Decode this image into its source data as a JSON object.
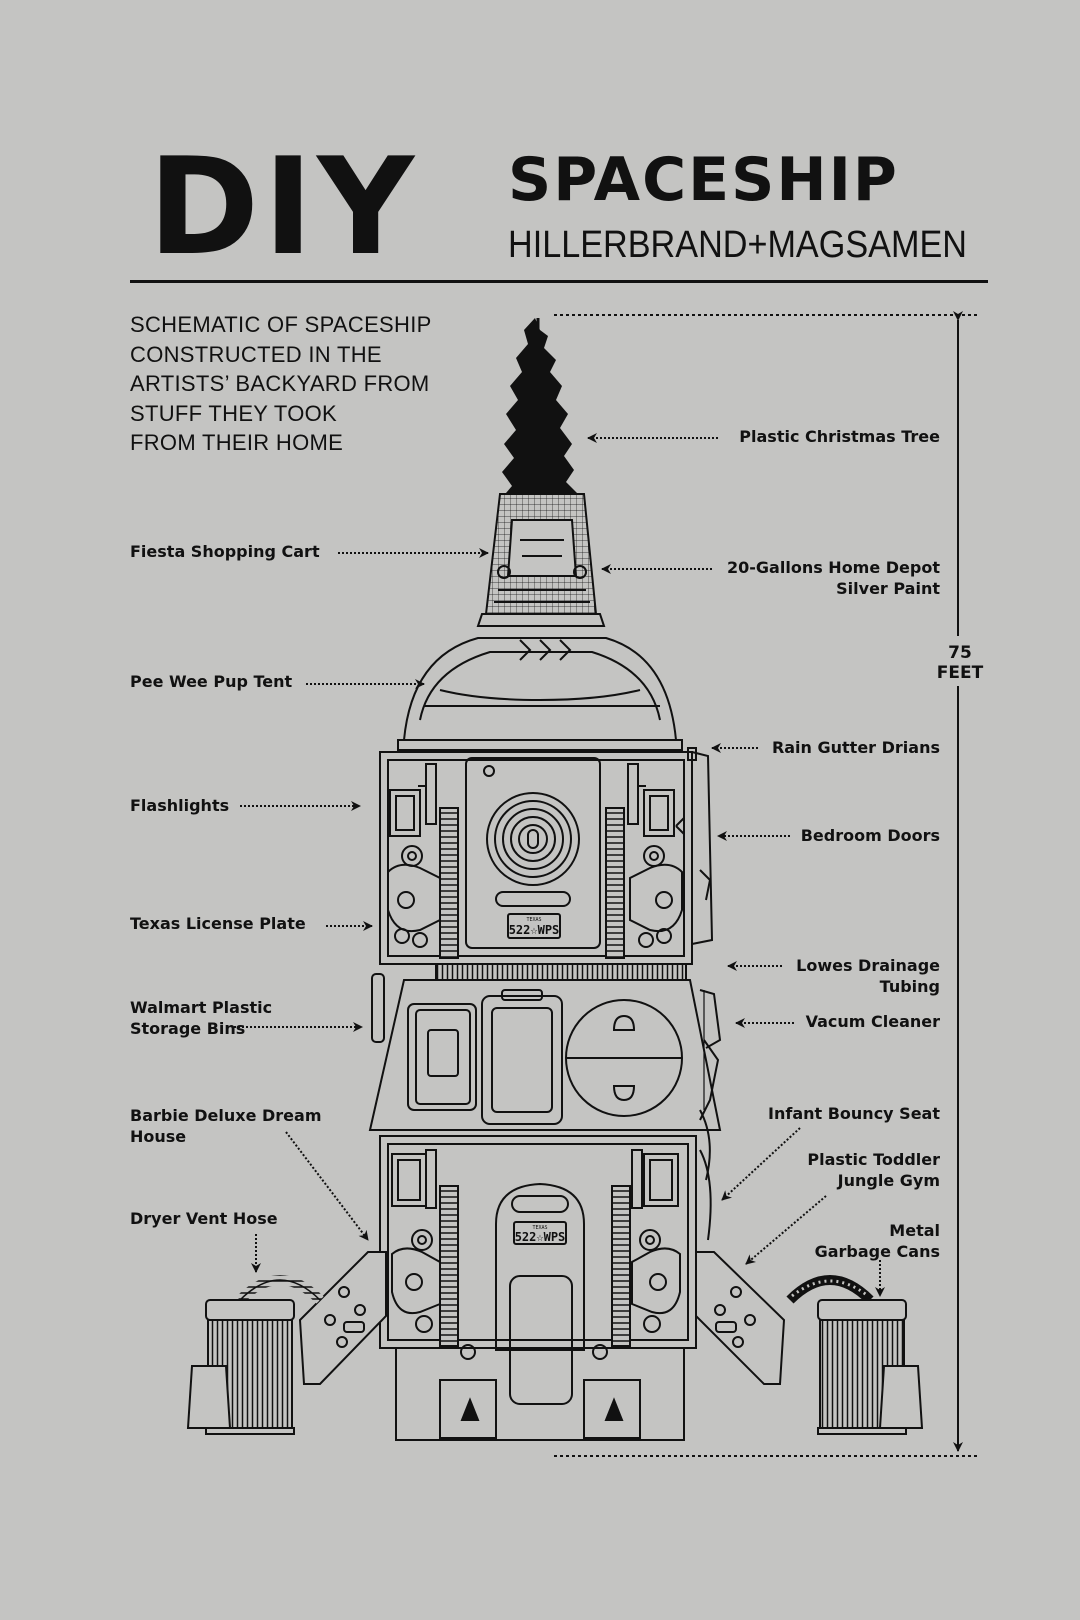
{
  "header": {
    "title_main": "DIY",
    "title_sub": "SPACESHIP",
    "artists": "HILLERBRAND+MAGSAMEN"
  },
  "description": "SCHEMATIC OF SPACESHIP\nCONSTRUCTED IN THE\nARTISTS’ BACKYARD FROM\nSTUFF THEY TOOK\nFROM THEIR HOME",
  "scale": {
    "label": "75\nFEET"
  },
  "callouts_left": [
    {
      "id": "fiesta",
      "label": "Fiesta Shopping Cart"
    },
    {
      "id": "tent",
      "label": "Pee Wee Pup Tent"
    },
    {
      "id": "flashlights",
      "label": "Flashlights"
    },
    {
      "id": "plate",
      "label": "Texas License Plate"
    },
    {
      "id": "bins",
      "label": "Walmart Plastic\nStorage Bins"
    },
    {
      "id": "barbie",
      "label": "Barbie Deluxe Dream\nHouse"
    },
    {
      "id": "dryer",
      "label": "Dryer Vent Hose"
    }
  ],
  "callouts_right": [
    {
      "id": "tree",
      "label": "Plastic Christmas Tree"
    },
    {
      "id": "paint",
      "label": "20-Gallons Home Depot\nSilver Paint"
    },
    {
      "id": "gutter",
      "label": "Rain Gutter Drians"
    },
    {
      "id": "doors",
      "label": "Bedroom Doors"
    },
    {
      "id": "tubing",
      "label": "Lowes Drainage\nTubing"
    },
    {
      "id": "vacuum",
      "label": "Vacum Cleaner"
    },
    {
      "id": "bouncy",
      "label": "Infant Bouncy Seat"
    },
    {
      "id": "jungle",
      "label": "Plastic Toddler\nJungle Gym"
    },
    {
      "id": "cans",
      "label": "Metal\nGarbage Cans"
    }
  ],
  "license_plates": [
    {
      "state": "TEXAS",
      "number": "522☆WPS"
    },
    {
      "state": "TEXAS",
      "number": "522☆WPS"
    }
  ],
  "colors": {
    "background": "#c4c4c2",
    "ink": "#111111"
  }
}
